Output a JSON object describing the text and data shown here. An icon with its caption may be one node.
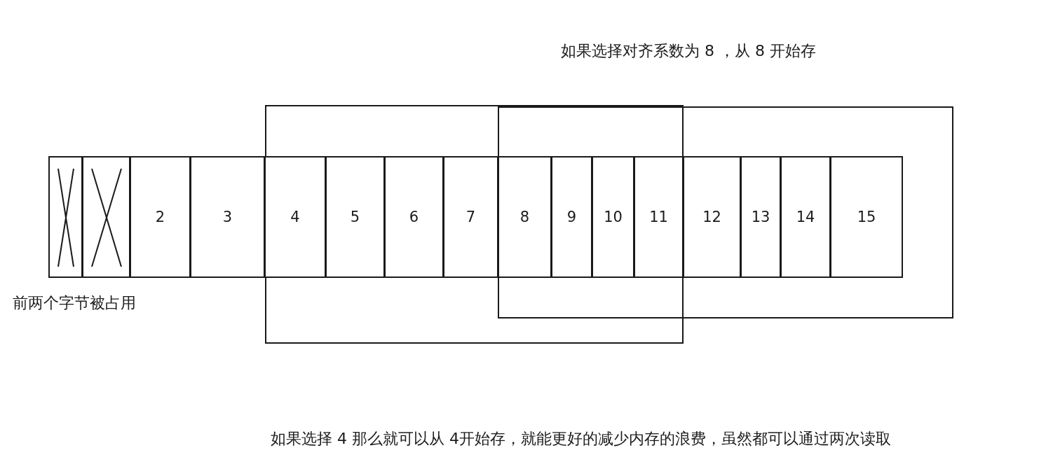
{
  "diagram": {
    "nodes": [
      {
        "text": [],
        "shape": "box"
      },
      {
        "text": [],
        "shape": "box"
      },
      {
        "text": [],
        "shape": "box"
      },
      {
        "text": [],
        "shape": "box"
      },
      {
        "text": [
          "2"
        ]
      },
      {
        "text": [
          "3"
        ]
      },
      {
        "text": [
          "4"
        ],
        "in": 0
      },
      {
        "text": [
          "5"
        ],
        "in": 0
      },
      {
        "text": [
          "6"
        ],
        "in": 0
      },
      {
        "text": [
          "7"
        ],
        "in": 0
      },
      {
        "text": [
          "8"
        ]
      },
      {
        "text": [
          "9"
        ]
      },
      {
        "text": [
          "10"
        ]
      },
      {
        "text": [
          "11"
        ]
      },
      {
        "text": [
          "12"
        ],
        "in": 1
      },
      {
        "text": [
          "13"
        ],
        "in": 1
      },
      {
        "text": [
          "14"
        ],
        "in": 1
      },
      {
        "text": [
          "15"
        ],
        "in": 1
      }
    ],
    "edges": [],
    "labels": [
      "如果选择对齐系数为 8 ，从 8 开始存",
      "前两个字节被占用",
      "如果选择 4 那么就可以从 4开始存，就能更好的减少内存的浪费，虽然都可以通过两次读取"
    ]
  }
}
